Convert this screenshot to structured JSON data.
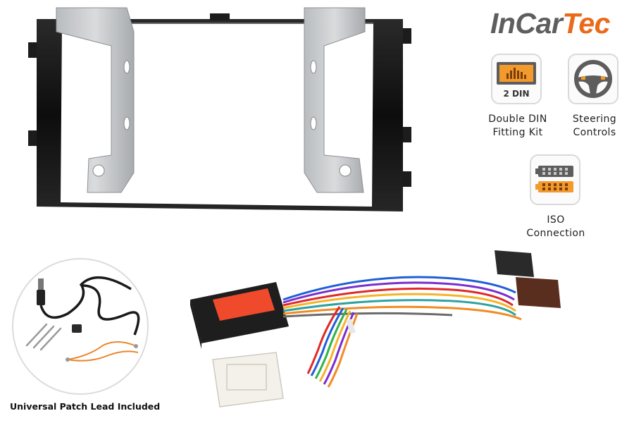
{
  "brand": {
    "part1": "InCar",
    "part2": "Tec"
  },
  "colors": {
    "brand_grey": "#5e5e5e",
    "brand_orange": "#ea6a1a",
    "tile_border": "#d9d9d9"
  },
  "features": {
    "double_din": {
      "badge": "2 DIN",
      "line1": "Double DIN",
      "line2": "Fitting Kit",
      "icon": "double-din-radio-icon"
    },
    "steering": {
      "line1": "Steering",
      "line2": "Controls",
      "icon": "steering-wheel-icon"
    },
    "iso": {
      "line1": "ISO",
      "line2": "Connection",
      "icon": "iso-connector-icon"
    }
  },
  "patch_lead": {
    "caption": "Universal Patch Lead Included"
  },
  "images": {
    "fascia": "double-din-fascia-panel-photo",
    "patch_lead": "universal-patch-lead-photo",
    "interface": "steering-control-interface-harness-photo"
  }
}
